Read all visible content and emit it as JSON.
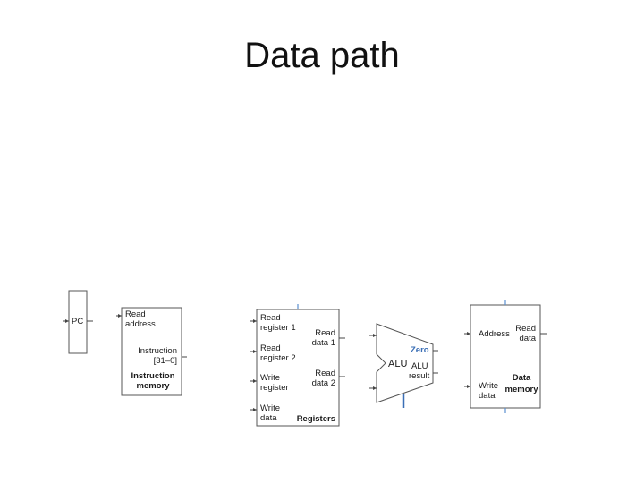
{
  "slide": {
    "title": "Data path"
  },
  "pc": {
    "label": "PC"
  },
  "instruction_memory": {
    "read_address_l1": "Read",
    "read_address_l2": "address",
    "instruction_l1": "Instruction",
    "instruction_l2": "[31–0]",
    "name_l1": "Instruction",
    "name_l2": "memory"
  },
  "registers": {
    "read_register1_l1": "Read",
    "read_register1_l2": "register 1",
    "read_register2_l1": "Read",
    "read_register2_l2": "register 2",
    "write_register_l1": "Write",
    "write_register_l2": "register",
    "write_data_l1": "Write",
    "write_data_l2": "data",
    "read_data1_l1": "Read",
    "read_data1_l2": "data 1",
    "read_data2_l1": "Read",
    "read_data2_l2": "data 2",
    "name": "Registers"
  },
  "alu": {
    "name": "ALU",
    "zero": "Zero",
    "result_l1": "ALU",
    "result_l2": "result"
  },
  "data_memory": {
    "address": "Address",
    "read_data_l1": "Read",
    "read_data_l2": "data",
    "write_data_l1": "Write",
    "write_data_l2": "data",
    "name_l1": "Data",
    "name_l2": "memory"
  },
  "colors": {
    "control": "#3b6fb6",
    "outline": "#555555"
  }
}
